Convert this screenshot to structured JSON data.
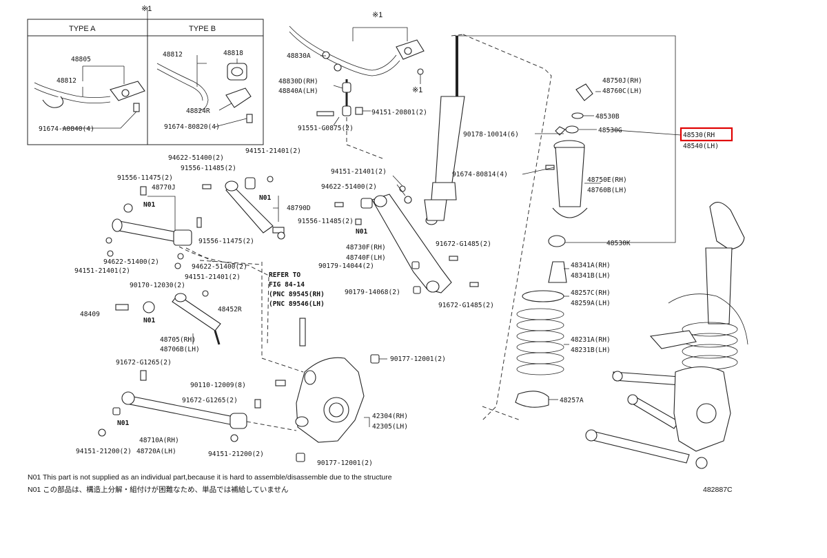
{
  "note_mark": "※1",
  "type_box": {
    "type_a": "TYPE A",
    "type_b": "TYPE B"
  },
  "codes": {
    "n01": "N01",
    "p48805": "48805",
    "p48812a": "48812",
    "p91674_a0840": "91674-A0840(4)",
    "p48812b": "48812",
    "p48818": "48818",
    "p48824r": "48824R",
    "p91674_80820": "91674-80820(4)",
    "p48830a": "48830A",
    "p48830d": "48830D(RH)",
    "p48840a": "48840A(LH)",
    "p94151_20801": "94151-20801(2)",
    "p91551_g0875": "91551-G0875(2)",
    "p94622_51400_a": "94622-51400(2)",
    "p94151_21401_a": "94151-21401(2)",
    "p91556_11485_a": "91556-11485(2)",
    "p91556_11475_a": "91556-11475(2)",
    "p48770j": "48770J",
    "p48790d": "48790D",
    "p91556_11475_b": "91556-11475(2)",
    "p94622_51400_b": "94622-51400(2)",
    "p94151_21401_b": "94151-21401(2)",
    "p94622_51400_c": "94622-51400(2)",
    "p94151_21401_c": "94151-21401(2)",
    "p90170_12030": "90170-12030(2)",
    "p48409": "48409",
    "p48452r": "48452R",
    "p48705": "48705(RH)",
    "p48706b": "48706B(LH)",
    "p91672_g1265_a": "91672-G1265(2)",
    "p90110_12009": "90110-12009(8)",
    "p91672_g1265_b": "91672-G1265(2)",
    "p48710a": "48710A(RH)",
    "p48720a": "48720A(LH)",
    "p94151_21200_a": "94151-21200(2)",
    "p94151_21200_b": "94151-21200(2)",
    "refer_1": "REFER TO",
    "refer_2": "FIG 84-14",
    "refer_3": "(PNC 89545(RH)",
    "refer_4": "(PNC 89546(LH)",
    "p94151_21401_d": "94151-21401(2)",
    "p94622_51400_d": "94622-51400(2)",
    "p91556_11485_b": "91556-11485(2)",
    "p48730f": "48730F(RH)",
    "p48740f": "48740F(LH)",
    "p90179_14044": "90179-14044(2)",
    "p90179_14068": "90179-14068(2)",
    "p91672_g1485_a": "91672-G1485(2)",
    "p91672_g1485_b": "91672-G1485(2)",
    "p90177_12001_a": "90177-12001(2)",
    "p90177_12001_b": "90177-12001(2)",
    "p42304": "42304(RH)",
    "p42305": "42305(LH)",
    "p90178_10014": "90178-10014(6)",
    "p91674_80814": "91674-80814(4)",
    "p48750j": "48750J(RH)",
    "p48760c": "48760C(LH)",
    "p48530b": "48530B",
    "p48530g": "48530G",
    "p48530rh": "48530(RH",
    "p48540lh": "48540(LH)",
    "p48750e": "48750E(RH)",
    "p48760b": "48760B(LH)",
    "p48530k": "48530K",
    "p48341a": "48341A(RH)",
    "p48341b": "48341B(LH)",
    "p48257c": "48257C(RH)",
    "p48259a": "48259A(LH)",
    "p48231a": "48231A(RH)",
    "p48231b": "48231B(LH)",
    "p48257a": "48257A"
  },
  "footnotes": {
    "line1": "N01  This part is not supplied as an individual part,because it is hard to assemble/disassemble due to the structure",
    "line2": "N01  この部品は、構造上分解・組付けが困難なため、単品では補給していません"
  },
  "figure_code": "482887C",
  "highlight_color": "#e00000"
}
